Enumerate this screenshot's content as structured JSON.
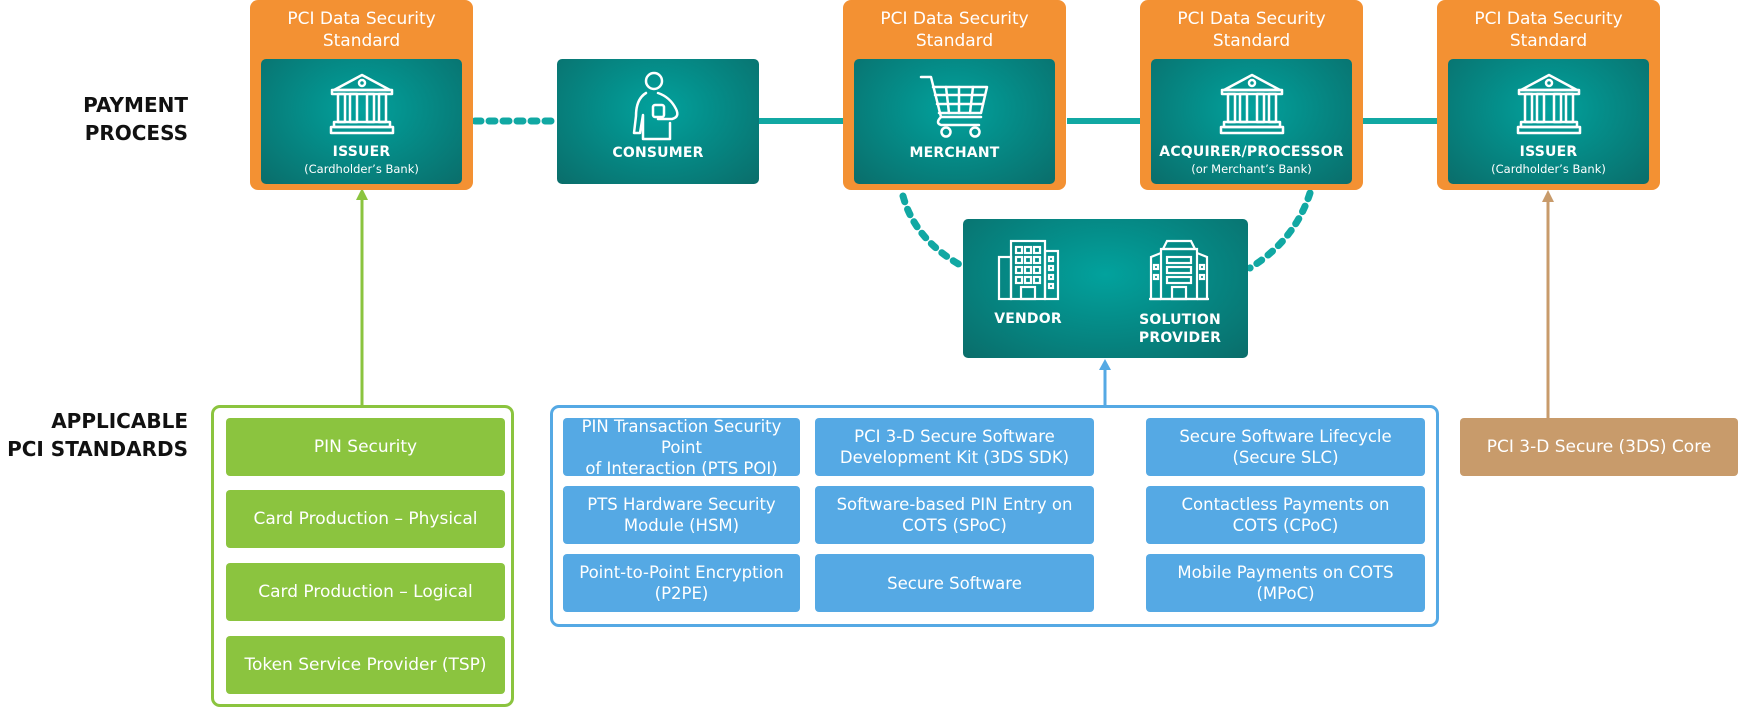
{
  "labels": {
    "payment_process": [
      "PAYMENT",
      "PROCESS"
    ],
    "applicable_standards": [
      "APPLICABLE",
      "PCI STANDARDS"
    ]
  },
  "payment_process": {
    "dss_label": [
      "PCI Data Security",
      "Standard"
    ],
    "nodes": {
      "issuer_left": {
        "title": "ISSUER",
        "subtitle": "(Cardholder’s Bank)",
        "icon": "bank-icon"
      },
      "consumer": {
        "title": "CONSUMER",
        "icon": "person-icon"
      },
      "merchant": {
        "title": "MERCHANT",
        "icon": "shopping-cart-icon"
      },
      "acquirer": {
        "title": "ACQUIRER/PROCESSOR",
        "subtitle": "(or Merchant’s Bank)",
        "icon": "bank-icon"
      },
      "issuer_right": {
        "title": "ISSUER",
        "subtitle": "(Cardholder’s Bank)",
        "icon": "bank-icon"
      },
      "vendor": {
        "title": "VENDOR",
        "icon": "office-building-icon"
      },
      "solution_provider": {
        "title": [
          "SOLUTION",
          "PROVIDER"
        ],
        "icon": "hotel-building-icon"
      }
    }
  },
  "standards": {
    "green_group": [
      "PIN Security",
      "Card Production – Physical",
      "Card Production – Logical",
      "Token Service Provider (TSP)"
    ],
    "blue_group": [
      [
        "PIN Transaction Security Point",
        "of Interaction (PTS POI)"
      ],
      [
        "PCI 3-D Secure Software",
        "Development Kit (3DS SDK)"
      ],
      [
        "Secure Software Lifecycle",
        "(Secure SLC)"
      ],
      [
        "PTS Hardware Security",
        "Module (HSM)"
      ],
      [
        "Software-based PIN Entry on",
        "COTS (SPoC)"
      ],
      [
        "Contactless Payments on",
        "COTS (CPoC)"
      ],
      [
        "Point-to-Point Encryption",
        "(P2PE)"
      ],
      [
        "Secure Software"
      ],
      [
        "Mobile Payments on COTS",
        "(MPoC)"
      ]
    ],
    "tan_group": [
      "PCI 3-D Secure (3DS) Core"
    ]
  },
  "colors": {
    "orange": "#f39133",
    "teal": "#058a86",
    "teal_line": "#11a8a3",
    "green": "#8bc43f",
    "blue": "#55a9e4",
    "tan": "#c89b6b"
  }
}
